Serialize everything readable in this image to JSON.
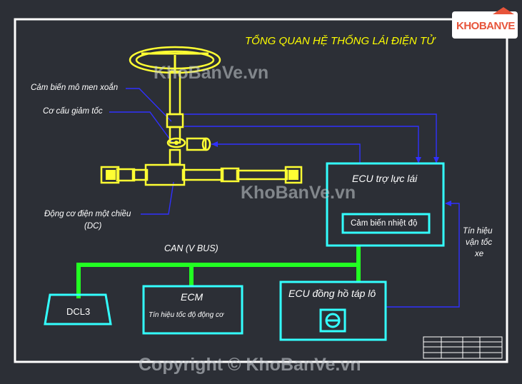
{
  "title": "TỔNG QUAN HỆ THỐNG LÁI ĐIỆN TỬ",
  "watermarks": {
    "main": "KhoBanVe.vn",
    "copyright": "Copyright © KhoBanVe.vn",
    "logo_text": "KHOBANVE"
  },
  "labels": {
    "torque_sensor": "Cảm biến mô men xoắn",
    "reducer": "Cơ cấu giảm tốc",
    "motor_line1": "Động cơ điện một chiều",
    "motor_line2": "(DC)",
    "can_bus": "CAN (V BUS)",
    "speed_signal_line1": "Tín hiệu",
    "speed_signal_line2": "vận tốc",
    "speed_signal_line3": "xe"
  },
  "boxes": {
    "ecu_steer": "ECU trợ lực lái",
    "temp_sensor": "Cảm biến nhiệt độ",
    "ecm": "ECM",
    "ecm_sub": "Tín hiệu tốc độ động cơ",
    "ecu_dash": "ECU đồng hồ táp lô",
    "dlc": "DCL3"
  },
  "colors": {
    "background": "#2c2f36",
    "frame": "#ffffff",
    "title": "#ffff00",
    "mechanism": "#ffff33",
    "box": "#33ffff",
    "bus": "#22ff22",
    "signal_line": "#3030ff",
    "text": "#ffffff"
  }
}
